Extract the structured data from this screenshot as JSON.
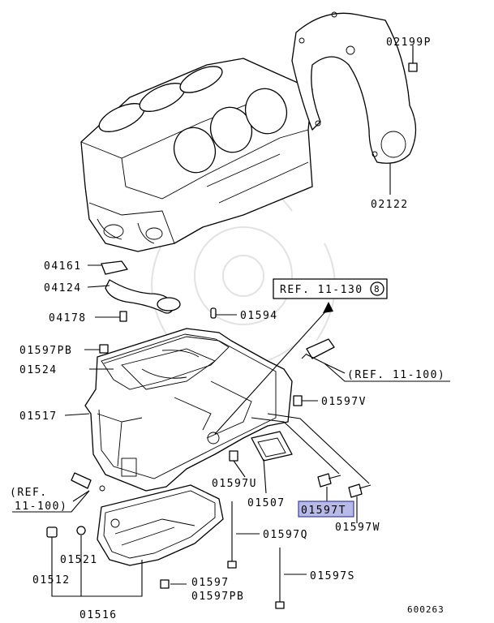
{
  "labels": {
    "p02199P": "02199P",
    "p02122": "02122",
    "p04161": "04161",
    "p04124": "04124",
    "p04178": "04178",
    "p01594": "01594",
    "p01597PB_top": "01597PB",
    "p01524": "01524",
    "p01517": "01517",
    "p01597V": "01597V",
    "p01597U": "01597U",
    "p01507": "01507",
    "p01597T": "01597T",
    "p01597W": "01597W",
    "p01597Q": "01597Q",
    "p01521": "01521",
    "p01512": "01512",
    "p01597": "01597",
    "p01597PB_bottom": "01597PB",
    "p01597S": "01597S",
    "p01516": "01516"
  },
  "refs": {
    "ref_top": "REF. 11-130",
    "ref_top_circle": "8",
    "ref_right": "(REF. 11-100)",
    "ref_left_line1": "(REF.",
    "ref_left_line2": "11-100)"
  },
  "diagram_id": "600263",
  "colors": {
    "highlight_fill": "#b7b9e6",
    "highlight_stroke": "#3b3f9e"
  }
}
